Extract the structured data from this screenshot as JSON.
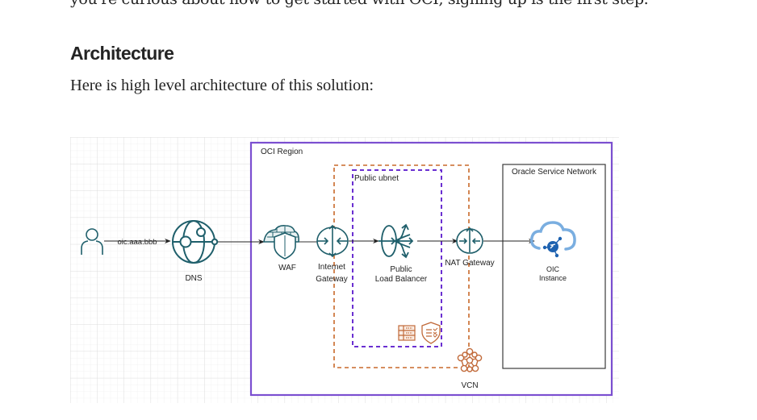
{
  "article": {
    "previous_line_partial": "you're curious about how to get started with OCI, signing up is the first step.",
    "section_heading": "Architecture",
    "intro_paragraph": "Here is high level architecture of this solution:"
  },
  "diagram": {
    "type": "architecture",
    "colors": {
      "oci_region_border": "#7b4fd0",
      "subnet_border": "#6a2fd1",
      "vcn_border": "#c8692a",
      "service_network_border": "#3b3b3b",
      "icon_teal": "#1f5f6b",
      "icon_orange": "#c16a3a",
      "oic_cloud": "#7aaee0",
      "oic_core": "#1e62b0"
    },
    "containers": {
      "oci_region": "OCI Region",
      "public_subnet": "Public ubnet",
      "oracle_service_network": "Oracle Service Network"
    },
    "nodes": {
      "user": {
        "icon": "user-icon"
      },
      "dns": {
        "label": "DNS",
        "icon": "globe-dns-icon"
      },
      "waf": {
        "label": "WAF",
        "icon": "waf-shield-icon"
      },
      "internet_gateway": {
        "label_line1": "Internet",
        "label_line2": "Gateway",
        "icon": "internet-gateway-icon"
      },
      "load_balancer": {
        "label_line1": "Public",
        "label_line2": "Load Balancer",
        "icon": "load-balancer-icon"
      },
      "nat_gateway": {
        "label": "NAT Gateway",
        "icon": "nat-gateway-icon"
      },
      "oic": {
        "label_line1": "OIC",
        "label_line2": "Instance",
        "icon": "oic-cloud-icon"
      },
      "vcn": {
        "label": "VCN",
        "icon": "vcn-icon"
      },
      "route_table": {
        "icon": "route-table-icon"
      },
      "security_list": {
        "icon": "security-list-icon"
      }
    },
    "edges": [
      {
        "from": "user",
        "to": "dns",
        "label": "oic.aaa.bbb"
      },
      {
        "from": "dns",
        "to": "waf",
        "label": ""
      },
      {
        "from": "waf",
        "to": "internet_gateway",
        "label": ""
      },
      {
        "from": "internet_gateway",
        "to": "load_balancer",
        "label": ""
      },
      {
        "from": "load_balancer",
        "to": "nat_gateway",
        "label": ""
      },
      {
        "from": "nat_gateway",
        "to": "oic",
        "label": ""
      }
    ]
  }
}
